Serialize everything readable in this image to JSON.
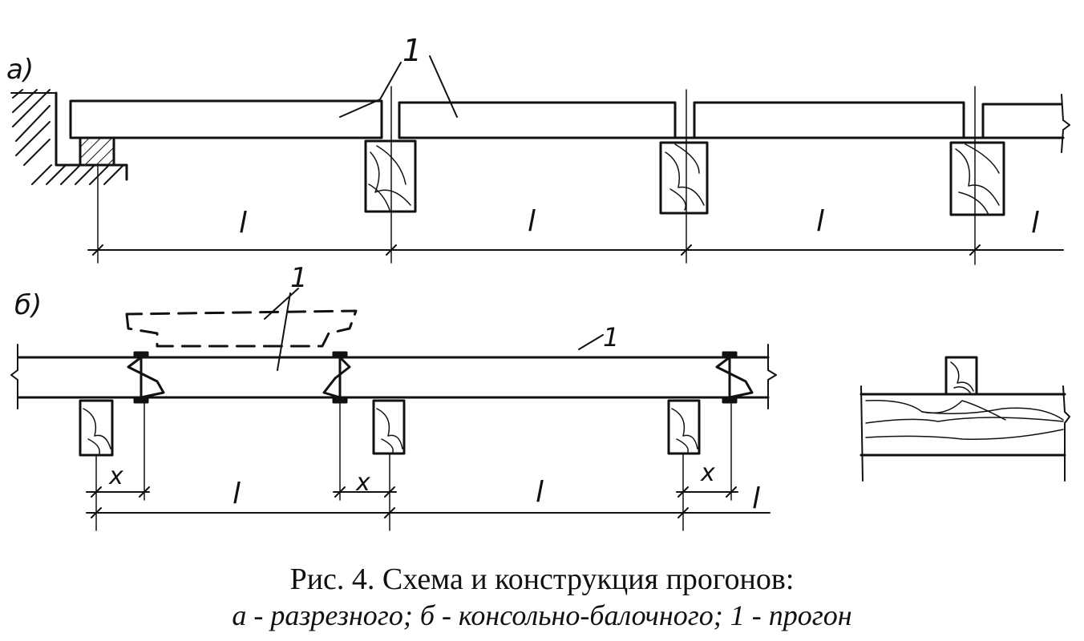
{
  "figure": {
    "part_a_label": "а)",
    "part_b_label": "б)",
    "callout_number": "1",
    "span_symbol": "l",
    "cantilever_symbol": "x"
  },
  "caption": {
    "title": "Рис. 4. Схема и конструкция прогонов:",
    "subtitle": "а - разрезного; б - консольно-балочного; 1 - прогон"
  }
}
